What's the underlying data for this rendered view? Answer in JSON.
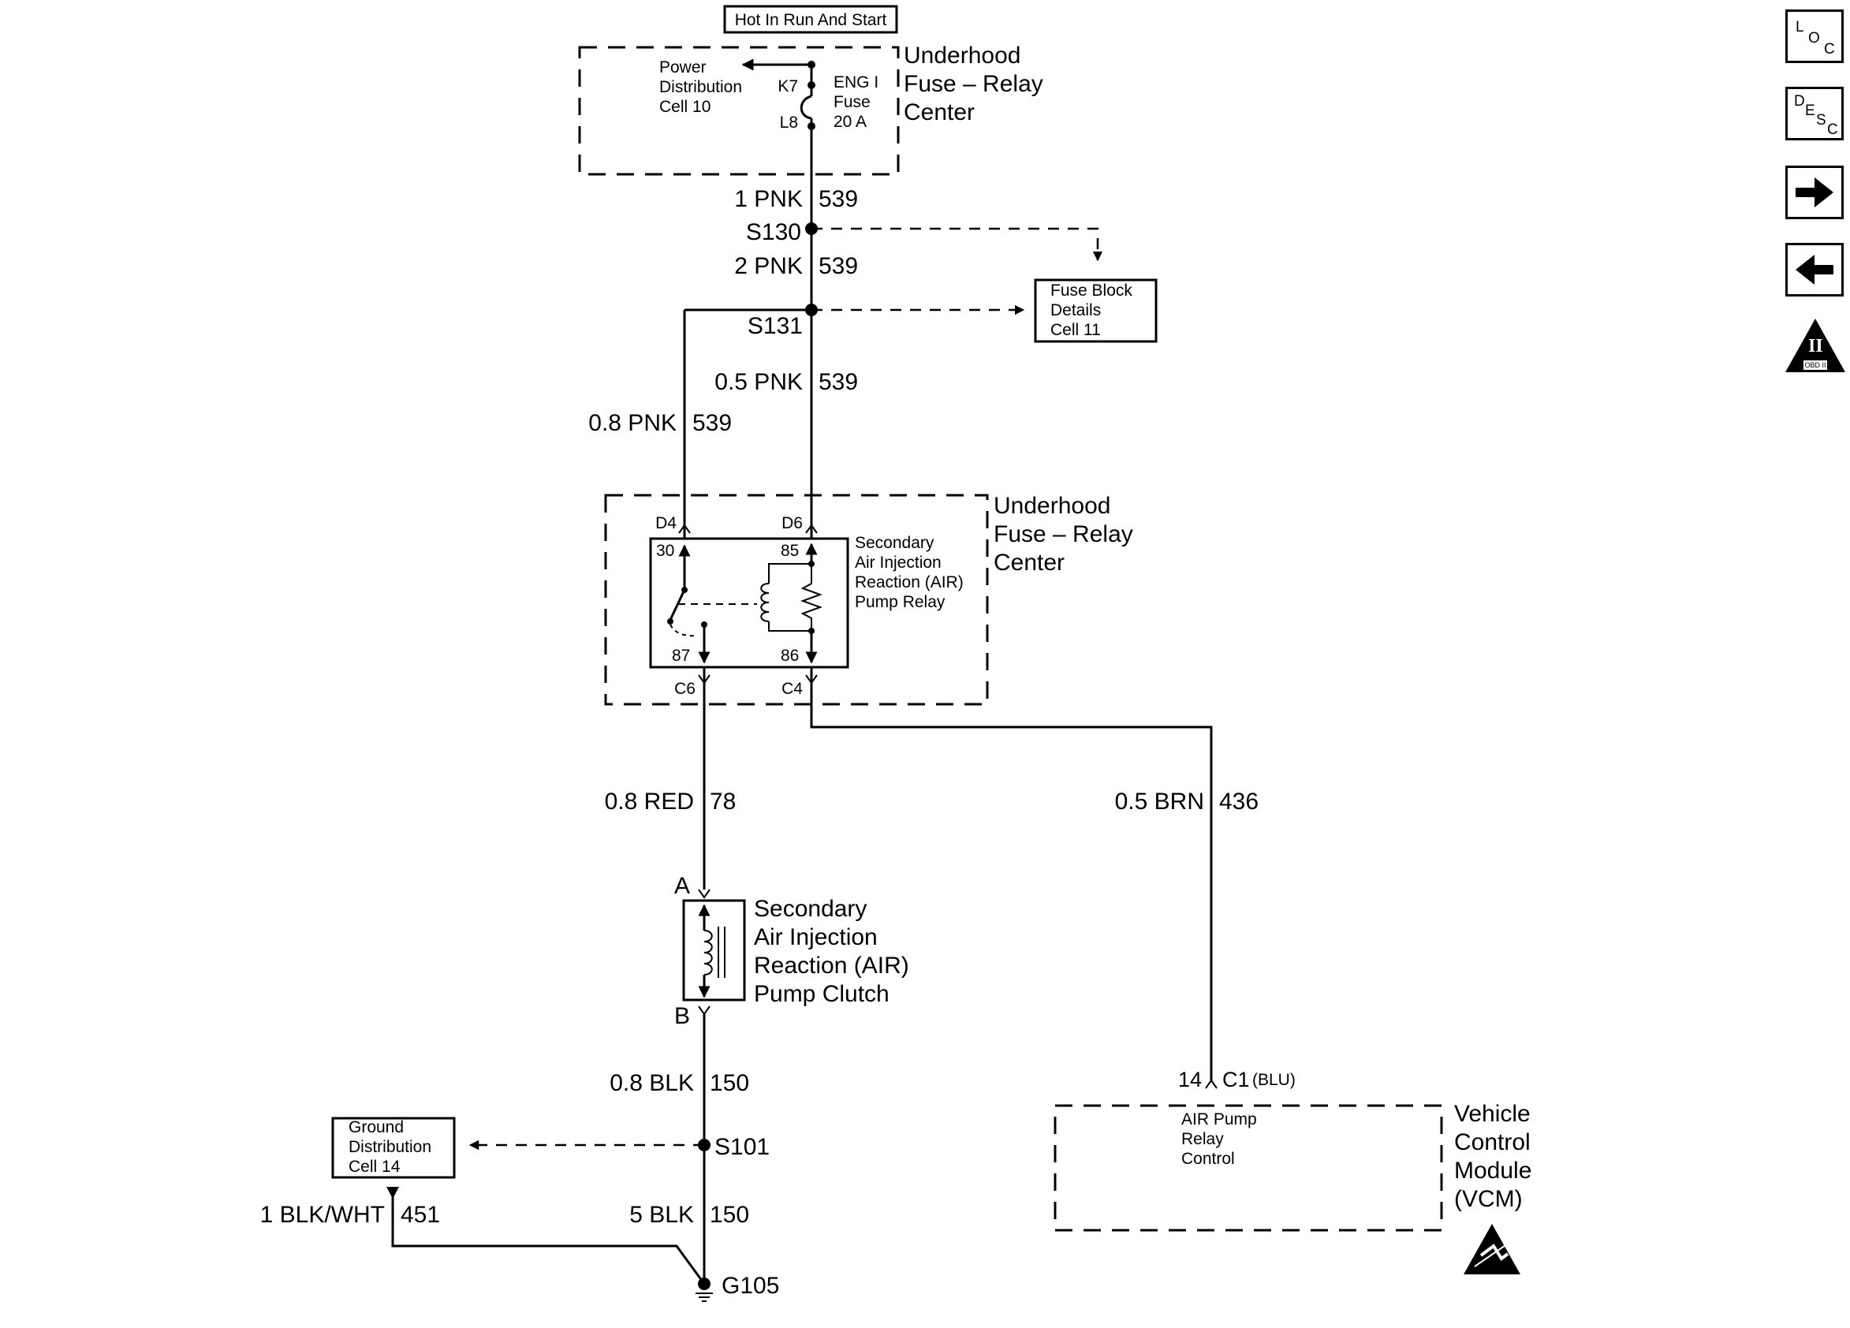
{
  "header": {
    "power_source": "Hot In Run And Start"
  },
  "fuse_center_top": {
    "name": [
      "Underhood",
      "Fuse – Relay",
      "Center"
    ],
    "power_distribution": [
      "Power",
      "Distribution",
      "Cell 10"
    ],
    "terminal_top": "K7",
    "terminal_bottom": "L8",
    "fuse": [
      "ENG I",
      "Fuse",
      "20 A"
    ]
  },
  "wires": {
    "w1": "1 PNK",
    "w1_circuit": "539",
    "w2": "2 PNK",
    "w2_circuit": "539",
    "w3": "0.5 PNK",
    "w3_circuit": "539",
    "w4": "0.8 PNK",
    "w4_circuit": "539",
    "w5": "0.8 RED",
    "w5_circuit": "78",
    "w6": "0.5 BRN",
    "w6_circuit": "436",
    "w7": "0.8 BLK",
    "w7_circuit": "150",
    "w8": "5 BLK",
    "w8_circuit": "150",
    "w9": "1 BLK/WHT",
    "w9_circuit": "451"
  },
  "splices": {
    "s130": "S130",
    "s131": "S131",
    "s101": "S101",
    "ground": "G105"
  },
  "fuse_block_ref": [
    "Fuse Block",
    "Details",
    "Cell 11"
  ],
  "relay_center": {
    "name": [
      "Underhood",
      "Fuse – Relay",
      "Center"
    ],
    "relay_name": [
      "Secondary",
      "Air Injection",
      "Reaction (AIR)",
      "Pump Relay"
    ],
    "conn_d4": "D4",
    "conn_d6": "D6",
    "conn_c6": "C6",
    "conn_c4": "C4",
    "pin30": "30",
    "pin85": "85",
    "pin87": "87",
    "pin86": "86"
  },
  "clutch": {
    "name": [
      "Secondary",
      "Air Injection",
      "Reaction (AIR)",
      "Pump Clutch"
    ],
    "pin_a": "A",
    "pin_b": "B"
  },
  "ground_ref": [
    "Ground",
    "Distribution",
    "Cell 14"
  ],
  "vcm": {
    "pin": "14",
    "connector": "C1",
    "connector_color": "(BLU)",
    "function": [
      "AIR Pump",
      "Relay",
      "Control"
    ],
    "name": [
      "Vehicle",
      "Control",
      "Module",
      "(VCM)"
    ]
  },
  "nav": {
    "loc": [
      "L",
      "O",
      "C"
    ],
    "desc": [
      "D",
      "E",
      "S",
      "C"
    ],
    "obd": "OBD II",
    "obd_numeral": "II"
  },
  "icons": [
    "esd-warning-icon",
    "arrow-right-icon",
    "arrow-left-icon",
    "obd-ii-icon"
  ]
}
